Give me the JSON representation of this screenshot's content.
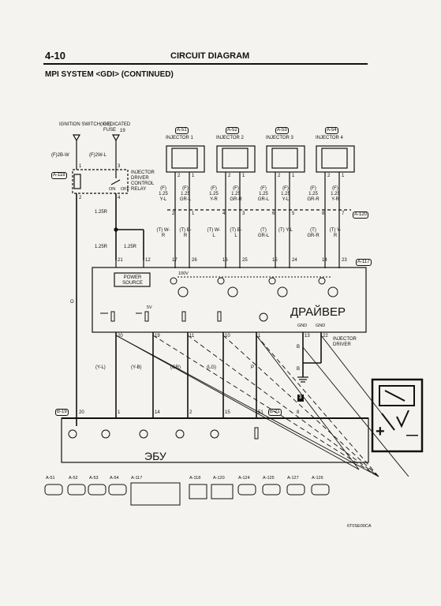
{
  "header": {
    "page_number": "4-10",
    "section": "CIRCUIT DIAGRAM",
    "subtitle": "MPI SYSTEM <GDI> (CONTINUED)"
  },
  "inputs": {
    "ignition": "IGNITION SWITCH(IG1)",
    "fuse": "DEDICATED FUSE",
    "fuse_no": "19",
    "wire_left": "(F)2B-W",
    "wire_right": "(F)2W-L"
  },
  "relay": {
    "connector": "A-118",
    "label": "INJECTOR DRIVER CONTROL RELAY",
    "on": "ON",
    "off": "OFF",
    "pins": [
      "1",
      "3",
      "2",
      "4"
    ]
  },
  "injectors": [
    {
      "conn": "A-51",
      "name": "INJECTOR 1",
      "w1": "(F) 1.25 Y-L",
      "w2": "(F) 1.25 GR-L",
      "pin_a": "2",
      "pin_b": "1",
      "jc_a": "2",
      "jc_b": "1",
      "lw1": "(T) W-R",
      "lw2": "(T) B-R",
      "drv_a": "17",
      "drv_b": "26"
    },
    {
      "conn": "A-52",
      "name": "INJECTOR 2",
      "w1": "(F) 1.25 Y-R",
      "w2": "(F) 1.25 GR-R",
      "pin_a": "2",
      "pin_b": "1",
      "jc_a": "4",
      "jc_b": "3",
      "lw1": "(T) W-L",
      "lw2": "(T) B-L",
      "drv_a": "16",
      "drv_b": "25"
    },
    {
      "conn": "A-53",
      "name": "INJECTOR 3",
      "w1": "(F) 1.25 GR-L",
      "w2": "(F) 1.25 Y-L",
      "pin_a": "2",
      "pin_b": "1",
      "jc_a": "6",
      "jc_b": "5",
      "lw1": "(T) GR-L",
      "lw2": "(T) Y-L",
      "drv_a": "15",
      "drv_b": "24"
    },
    {
      "conn": "A-54",
      "name": "INJECTOR 4",
      "w1": "(F) 1.25 GR-R",
      "w2": "(F) 1.25 Y-R",
      "pin_a": "2",
      "pin_b": "1",
      "jc_a": "8",
      "jc_b": "7",
      "lw1": "(T) GR-R",
      "lw2": "(T) Y-R",
      "drv_a": "14",
      "drv_b": "23"
    }
  ],
  "joint": {
    "connector": "A-120"
  },
  "driver": {
    "connector": "A-117",
    "power_source": "POWER SOURCE",
    "label": "INJECTOR DRIVER",
    "ru_label": "ДРАЙВЕР",
    "wire_a": "1.25R",
    "wire_b": "1.25R",
    "wire_c": "1.25R",
    "pin_21": "21",
    "pin_12": "12",
    "v1": "100V",
    "v5": "5V",
    "gnd": "GND",
    "bottom_pins": [
      "20",
      "19",
      "11",
      "10",
      "1",
      "13",
      "22"
    ],
    "wire_b1": "B",
    "wire_b2": "B",
    "ground_ref": "3"
  },
  "ecu": {
    "connector_l": "B-19",
    "connector_r": "B-21",
    "ru_label": "ЭБУ",
    "pins": [
      "20",
      "1",
      "14",
      "2",
      "15",
      "51",
      "8"
    ],
    "wires": [
      "O",
      "(Y-L)",
      "(Y-B)",
      "(GR)",
      "(LG)",
      "P"
    ]
  },
  "tester": {
    "plus": "+",
    "minus": "—",
    "symbol": "V"
  },
  "legend": {
    "connectors": [
      "A-51",
      "A-52",
      "A-53",
      "A-54",
      "A-117",
      "A-118",
      "A-120",
      "A-124",
      "A-125",
      "A-127",
      "A-126"
    ]
  },
  "footer_code": "6T0SE00CA"
}
